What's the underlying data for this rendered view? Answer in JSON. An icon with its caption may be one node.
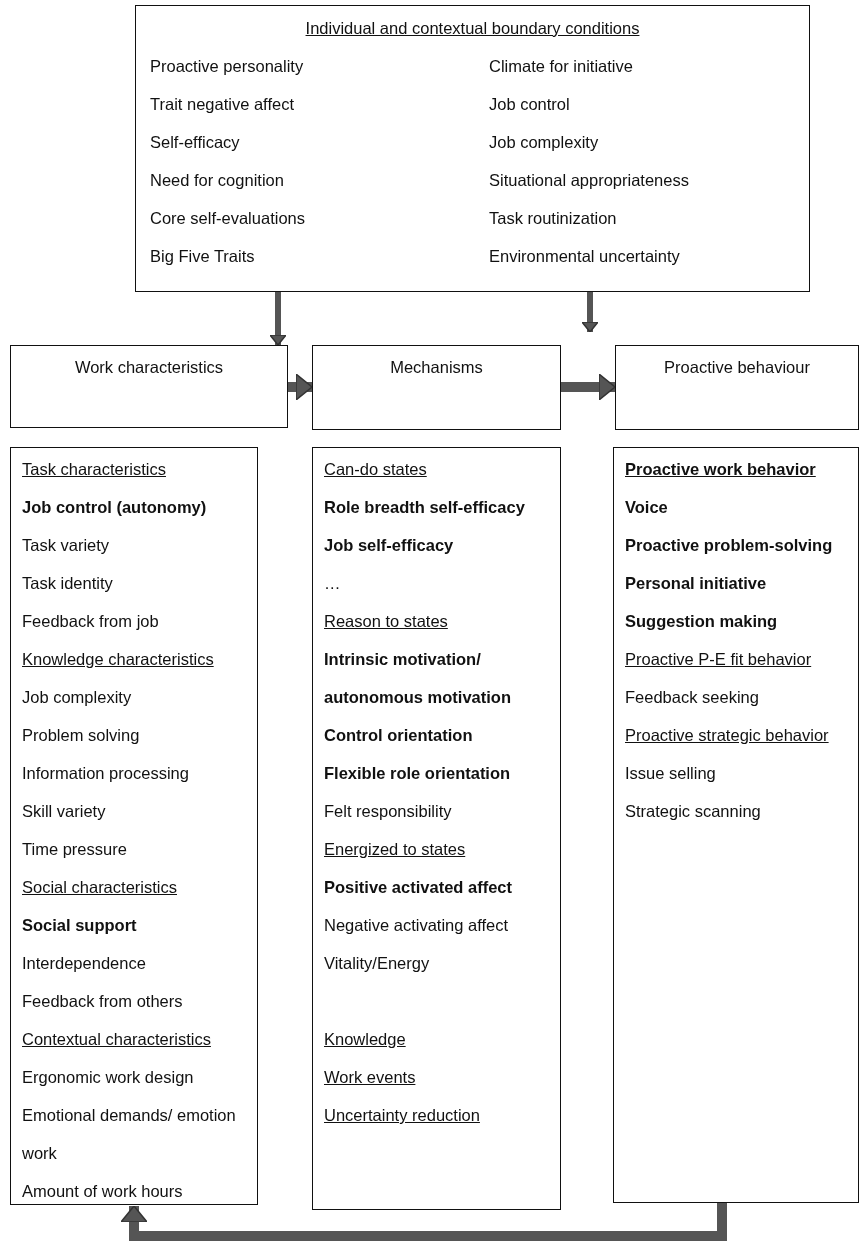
{
  "diagram": {
    "nodes": [
      {
        "text": [
          "Individual and contextual boundary conditions",
          "Proactive personality",
          "Trait negative affect",
          "Self-efficacy",
          "Need for cognition",
          "Core self-evaluations",
          "Big Five Traits",
          "Climate for initiative",
          "Job control",
          "Job complexity",
          "Situational appropriateness",
          "Task routinization",
          "Environmental uncertainty"
        ]
      },
      {
        "text": [
          "Work characteristics"
        ]
      },
      {
        "text": [
          "Mechanisms"
        ]
      },
      {
        "text": [
          "Proactive behaviour"
        ]
      },
      {
        "text": [
          "Task characteristics",
          "Job control (autonomy)",
          "Task variety",
          "Task identity",
          "Feedback from job",
          "Knowledge characteristics",
          "Job complexity",
          "Problem solving",
          "Information processing",
          "Skill variety",
          "Time pressure",
          "Social characteristics",
          "Social support",
          "Interdependence",
          "Feedback from others",
          "Contextual characteristics",
          "Ergonomic work design",
          "Emotional demands/ emotion work",
          "Amount of work hours"
        ]
      },
      {
        "text": [
          "Can-do states",
          "Role breadth self-efficacy",
          "Job self-efficacy",
          "…",
          "Reason to states",
          "Intrinsic motivation/ autonomous motivation",
          "Control orientation",
          "Flexible role orientation",
          "Felt responsibility",
          "Energized to states",
          "Positive activated affect",
          "Negative activating affect",
          "Vitality/Energy",
          "Knowledge",
          "Work events",
          "Uncertainty reduction"
        ]
      },
      {
        "text": [
          "Proactive work behavior",
          "Voice",
          "Proactive problem-solving",
          "Personal initiative",
          "Suggestion making",
          "Proactive P-E fit behavior",
          "Feedback seeking",
          "Proactive strategic behavior",
          "Issue selling",
          "Strategic scanning"
        ]
      }
    ],
    "edges": [
      {
        "from": 0,
        "to": 1,
        "arrow": "to"
      },
      {
        "from": 0,
        "to": 3,
        "arrow": "to"
      },
      {
        "from": 1,
        "to": 2,
        "arrow": "to"
      },
      {
        "from": 2,
        "to": 3,
        "arrow": "to"
      },
      {
        "from": 6,
        "to": 4,
        "arrow": "to"
      }
    ]
  }
}
